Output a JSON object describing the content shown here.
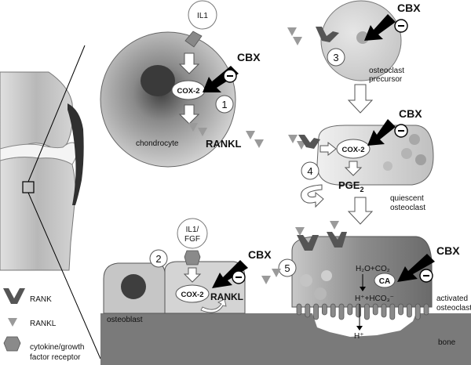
{
  "labels": {
    "il1_top": "IL1",
    "cbx": "CBX",
    "cox2": "COX-2",
    "chondrocyte": "chondrocyte",
    "rankl": "RANKL",
    "osteoclast_precursor_1": "osteoclast",
    "osteoclast_precursor_2": "precursor",
    "pge2_main": "PGE",
    "pge2_sub": "2",
    "quiescent_1": "quiescent",
    "quiescent_2": "osteoclast",
    "il1_fgf_1": "IL1/",
    "il1_fgf_2": "FGF",
    "osteoblast": "osteoblast",
    "activated_1": "activated",
    "activated_2": "osteoclast",
    "bone": "bone",
    "h2o_co2": "H₂O+CO₂",
    "ca": "CA",
    "h_hco3": "H⁺+HCO₃⁻",
    "h_plus": "H⁺",
    "minus": "−"
  },
  "steps": [
    "1",
    "2",
    "3",
    "4",
    "5"
  ],
  "legend": {
    "rank": "RANK",
    "rankl": "RANKL",
    "receptor_1": "cytokine/growth",
    "receptor_2": "factor receptor"
  }
}
